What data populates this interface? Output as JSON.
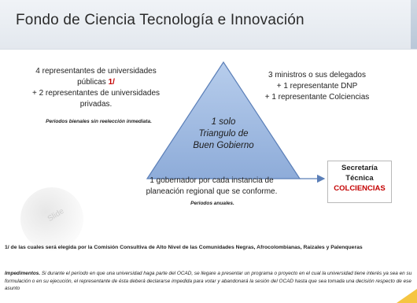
{
  "header": {
    "title": "Fondo de Ciencia Tecnología e Innovación"
  },
  "triangle": {
    "label_lines": [
      "1 solo",
      "Triangulo de",
      "Buen Gobierno"
    ]
  },
  "left_block": {
    "lines": [
      "4 representantes de universidades",
      "públicas",
      "+ 2 representantes de universidades",
      "privadas."
    ],
    "marker": "1/",
    "note": "Periodos bienales sin reelección inmediata."
  },
  "right_block": {
    "lines": [
      "3 ministros o sus delegados",
      "+ 1 representante DNP",
      "+ 1 representante Colciencias"
    ]
  },
  "bottom_block": {
    "lines": [
      "1 gobernador por cada instancia de",
      "planeación regional que se conforme."
    ],
    "note": "Periodos anuales."
  },
  "secretaria": {
    "line1": "Secretaría",
    "line2": "Técnica",
    "line3": "COLCIENCIAS"
  },
  "footnote": "1/ de las cuales será elegida por la Comisión Consultiva de Alto Nivel de las Comunidades Negras, Afrocolombianas, Raizales y Palenqueras",
  "impedimentos": {
    "label": "Impedimentos.",
    "text": "Si durante el período en que una universidad haga parte del OCAD, se llegare a presentar un programa o proyecto en el cual la universidad tiene interés ya sea en su formulación o en su ejecución, el representante de ésta deberá declararse impedida para votar y abandonará la sesión del OCAD hasta que sea tomada una decisión respecto de ese asunto"
  },
  "watermark": "Slide",
  "colors": {
    "triangle_fill": "#9db8e0",
    "triangle_stroke": "#5b7fb8",
    "accent_red": "#c40000",
    "arrow": "#5b7fb8"
  }
}
